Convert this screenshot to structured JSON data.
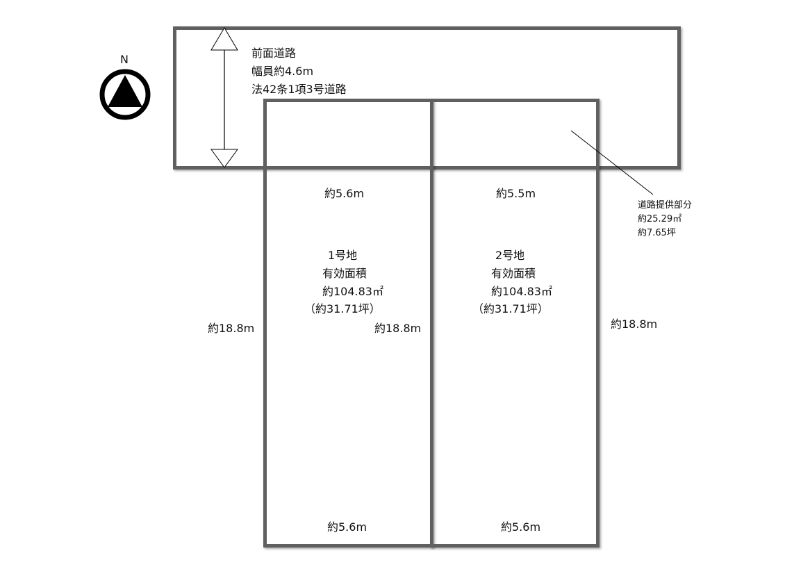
{
  "compass": {
    "label": "N"
  },
  "road": {
    "title": "前面道路",
    "width": "幅員約4.6m",
    "legal": "法42条1項3号道路"
  },
  "lot1": {
    "top_width": "約5.6m",
    "name": "1号地",
    "area_label": "有効面積",
    "area_m2": "約104.83㎡",
    "area_tsubo": "（約31.71坪）",
    "left_depth": "約18.8m",
    "right_depth": "約18.8m",
    "bottom_width": "約5.6m"
  },
  "lot2": {
    "top_width": "約5.5m",
    "name": "2号地",
    "area_label": "有効面積",
    "area_m2": "約104.83㎡",
    "area_tsubo": "（約31.71坪）",
    "right_depth": "約18.8m",
    "bottom_width": "約5.6m"
  },
  "provision": {
    "title": "道路提供部分",
    "area_m2": "約25.29㎡",
    "area_tsubo": "約7.65坪"
  }
}
